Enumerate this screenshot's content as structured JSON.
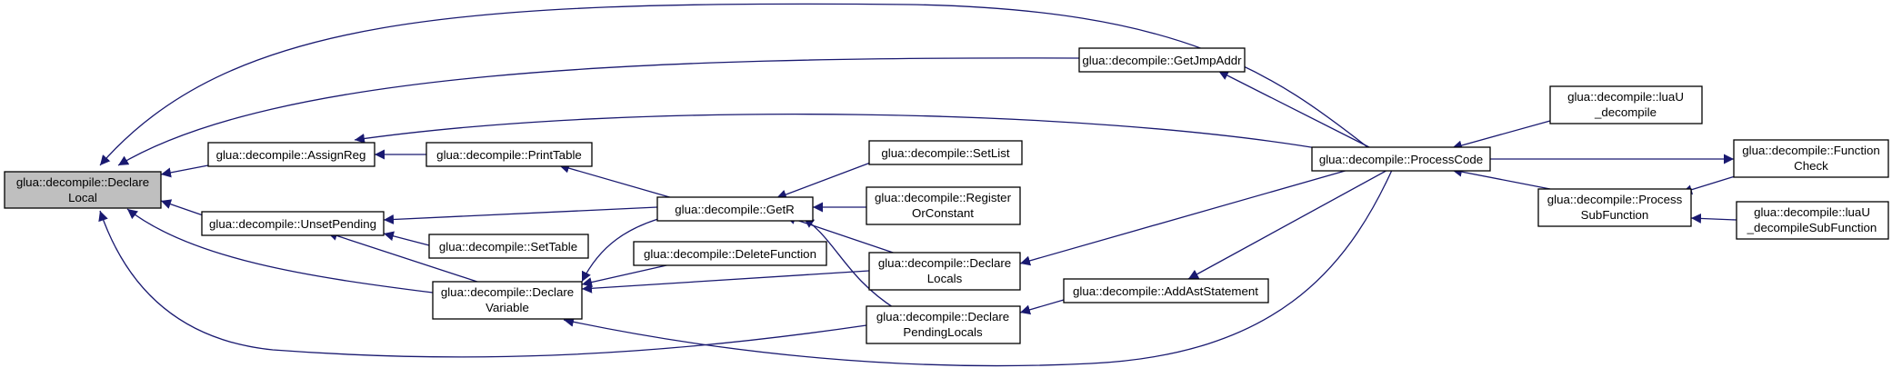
{
  "graph": {
    "colors": {
      "edge": "#191970",
      "node_border": "#000000",
      "root_fill": "#bfbfbf",
      "node_fill": "#ffffff"
    },
    "nodes": {
      "n1": {
        "lines": [
          "glua::decompile::Declare",
          "Local"
        ]
      },
      "n2": {
        "lines": [
          "glua::decompile::AssignReg"
        ]
      },
      "n3": {
        "lines": [
          "glua::decompile::UnsetPending"
        ]
      },
      "n4": {
        "lines": [
          "glua::decompile::Declare",
          "Variable"
        ]
      },
      "n5": {
        "lines": [
          "glua::decompile::PrintTable"
        ]
      },
      "n6": {
        "lines": [
          "glua::decompile::SetTable"
        ]
      },
      "n7": {
        "lines": [
          "glua::decompile::GetR"
        ]
      },
      "n8": {
        "lines": [
          "glua::decompile::DeleteFunction"
        ]
      },
      "n9": {
        "lines": [
          "glua::decompile::SetList"
        ]
      },
      "n10": {
        "lines": [
          "glua::decompile::Register",
          "OrConstant"
        ]
      },
      "n11": {
        "lines": [
          "glua::decompile::Declare",
          "Locals"
        ]
      },
      "n12": {
        "lines": [
          "glua::decompile::Declare",
          "PendingLocals"
        ]
      },
      "n13": {
        "lines": [
          "glua::decompile::GetJmpAddr"
        ]
      },
      "n14": {
        "lines": [
          "glua::decompile::AddAstStatement"
        ]
      },
      "n15": {
        "lines": [
          "glua::decompile::ProcessCode"
        ]
      },
      "n16": {
        "lines": [
          "glua::decompile::luaU",
          "_decompile"
        ]
      },
      "n17": {
        "lines": [
          "glua::decompile::Process",
          "SubFunction"
        ]
      },
      "n18": {
        "lines": [
          "glua::decompile::Function",
          "Check"
        ]
      },
      "n19": {
        "lines": [
          "glua::decompile::luaU",
          "_decompileSubFunction"
        ]
      }
    }
  }
}
